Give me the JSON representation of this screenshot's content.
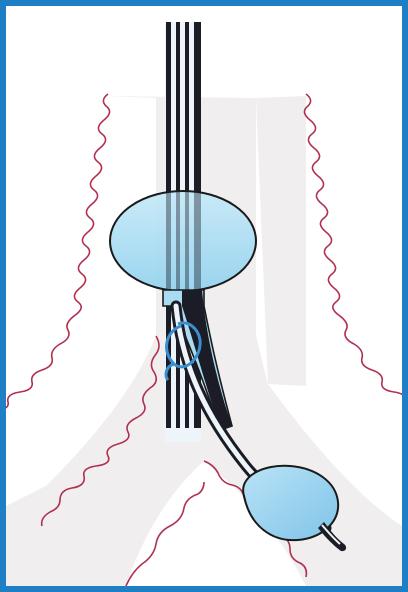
{
  "figure": {
    "colors": {
      "frame_border": "#1e7fc4",
      "airway_wall": "#f0eeee",
      "mucosa_outline": "#b03050",
      "cuff_fill": "#a9dcf2",
      "cuff_outline": "#1a1a1a",
      "tube_dark": "#1c1c26",
      "tube_light": "#eef5fa",
      "loop": "#3a8fd0"
    },
    "parts": [
      "trachea",
      "left-main-bronchus",
      "right-main-bronchus",
      "tracheal-tube-shaft",
      "tracheal-cuff",
      "bronchial-limb",
      "bronchial-cuff",
      "guide-loop"
    ]
  }
}
